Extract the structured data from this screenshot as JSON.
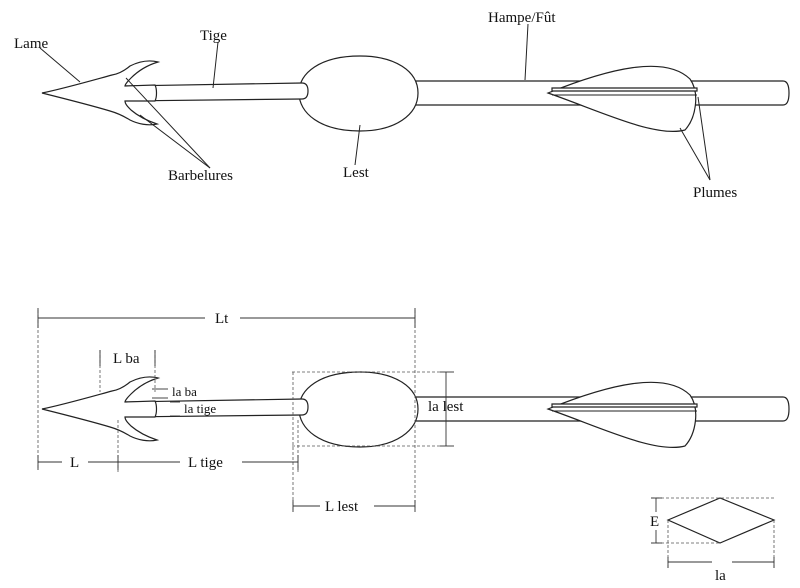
{
  "top_diagram": {
    "labels": {
      "lame": "Lame",
      "tige": "Tige",
      "hampe": "Hampe/Fût",
      "barbelures": "Barbelures",
      "lest": "Lest",
      "plumes": "Plumes"
    }
  },
  "bottom_diagram": {
    "labels": {
      "lt": "Lt",
      "l_ba": "L ba",
      "la_ba": "la ba",
      "la_tige": "la tige",
      "la_lest": "la lest",
      "l": "L",
      "l_tige": "L tige",
      "l_lest": "L lest"
    }
  },
  "section_diagram": {
    "labels": {
      "e": "E",
      "la": "la"
    }
  }
}
